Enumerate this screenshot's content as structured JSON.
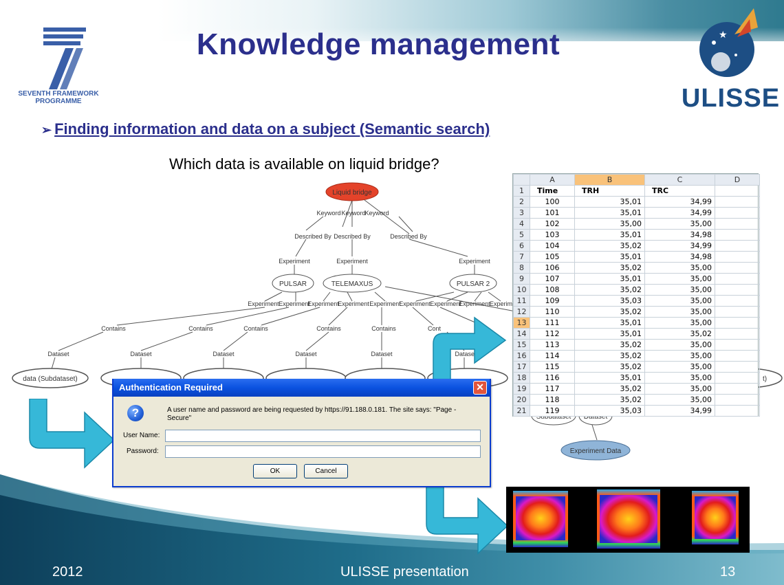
{
  "slide": {
    "title": "Knowledge management",
    "subtitle": "Finding information and data on a subject (Semantic search)",
    "question": "Which data is available on liquid bridge?"
  },
  "logos": {
    "fp7_label_line1": "SEVENTH FRAMEWORK",
    "fp7_label_line2": "PROGRAMME",
    "ulisse_label": "ULISSE"
  },
  "graph": {
    "root": "Liquid bridge",
    "keyword": "Keyword",
    "described_by": "Described By",
    "experiment": "Experiment",
    "experiments": [
      "PULSAR",
      "TELEMAXUS",
      "PULSAR 2"
    ],
    "contains": "Contains",
    "dataset": "Dataset",
    "first_dataset": "data (Subdataset)",
    "partial_label_cont": "Cont",
    "partial_label_experim": "Experim",
    "bottom_subdataset": "Subdataset",
    "bottom_dataset": "Dataset",
    "experiment_data": "Experiment Data",
    "right_edge_fragment": "t)"
  },
  "spreadsheet": {
    "columns": [
      "",
      "A",
      "B",
      "C",
      "D"
    ],
    "selected_column": "B",
    "selected_row": "13",
    "header_row": {
      "row": "1",
      "a": "Time",
      "b": "TRH",
      "c": "TRC",
      "d": ""
    },
    "rows": [
      {
        "row": "2",
        "a": "100",
        "b": "35,01",
        "c": "34,99"
      },
      {
        "row": "3",
        "a": "101",
        "b": "35,01",
        "c": "34,99"
      },
      {
        "row": "4",
        "a": "102",
        "b": "35,00",
        "c": "35,00"
      },
      {
        "row": "5",
        "a": "103",
        "b": "35,01",
        "c": "34,98"
      },
      {
        "row": "6",
        "a": "104",
        "b": "35,02",
        "c": "34,99"
      },
      {
        "row": "7",
        "a": "105",
        "b": "35,01",
        "c": "34,98"
      },
      {
        "row": "8",
        "a": "106",
        "b": "35,02",
        "c": "35,00"
      },
      {
        "row": "9",
        "a": "107",
        "b": "35,01",
        "c": "35,00"
      },
      {
        "row": "10",
        "a": "108",
        "b": "35,02",
        "c": "35,00"
      },
      {
        "row": "11",
        "a": "109",
        "b": "35,03",
        "c": "35,00"
      },
      {
        "row": "12",
        "a": "110",
        "b": "35,02",
        "c": "35,00"
      },
      {
        "row": "13",
        "a": "111",
        "b": "35,01",
        "c": "35,00"
      },
      {
        "row": "14",
        "a": "112",
        "b": "35,01",
        "c": "35,02"
      },
      {
        "row": "15",
        "a": "113",
        "b": "35,02",
        "c": "35,00"
      },
      {
        "row": "16",
        "a": "114",
        "b": "35,02",
        "c": "35,00"
      },
      {
        "row": "17",
        "a": "115",
        "b": "35,02",
        "c": "35,00"
      },
      {
        "row": "18",
        "a": "116",
        "b": "35,01",
        "c": "35,00"
      },
      {
        "row": "19",
        "a": "117",
        "b": "35,02",
        "c": "35,00"
      },
      {
        "row": "20",
        "a": "118",
        "b": "35,02",
        "c": "35,00"
      },
      {
        "row": "21",
        "a": "119",
        "b": "35,03",
        "c": "34,99"
      }
    ]
  },
  "dialog": {
    "title": "Authentication Required",
    "message": "A user name and password are being requested by https://91.188.0.181. The site says: \"Page - Secure\"",
    "user_label": "User Name:",
    "password_label": "Password:",
    "user_value": "",
    "password_value": "",
    "ok_label": "OK",
    "cancel_label": "Cancel",
    "close_glyph": "✕",
    "icon_glyph": "?"
  },
  "footer": {
    "year": "2012",
    "center": "ULISSE presentation",
    "page": "13"
  },
  "colors": {
    "title": "#2b2f8c",
    "arrow": "#36b8d8",
    "root_node": "#e4432a",
    "experiment_data_node": "#8fb4d8",
    "dialog_titlebar": "#0b52e0",
    "sheet_selection": "#f9c27a"
  }
}
